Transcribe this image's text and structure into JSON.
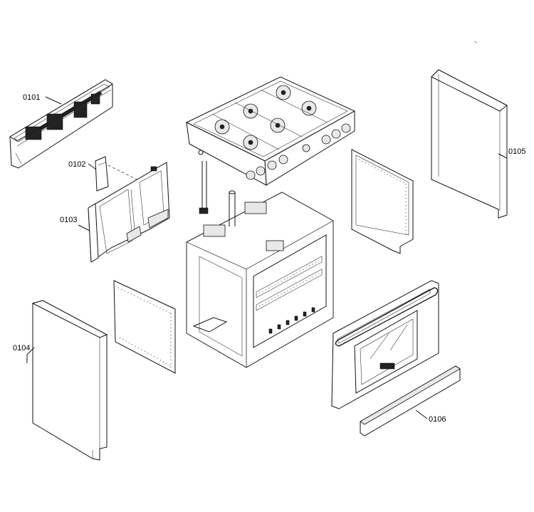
{
  "diagram": {
    "labels": [
      {
        "id": "p0101",
        "text": "0101"
      },
      {
        "id": "p0102",
        "text": "0102"
      },
      {
        "id": "p0103",
        "text": "0103"
      },
      {
        "id": "p0104",
        "text": "0104"
      },
      {
        "id": "p0105",
        "text": "0105"
      },
      {
        "id": "p0106",
        "text": "0106"
      }
    ]
  }
}
